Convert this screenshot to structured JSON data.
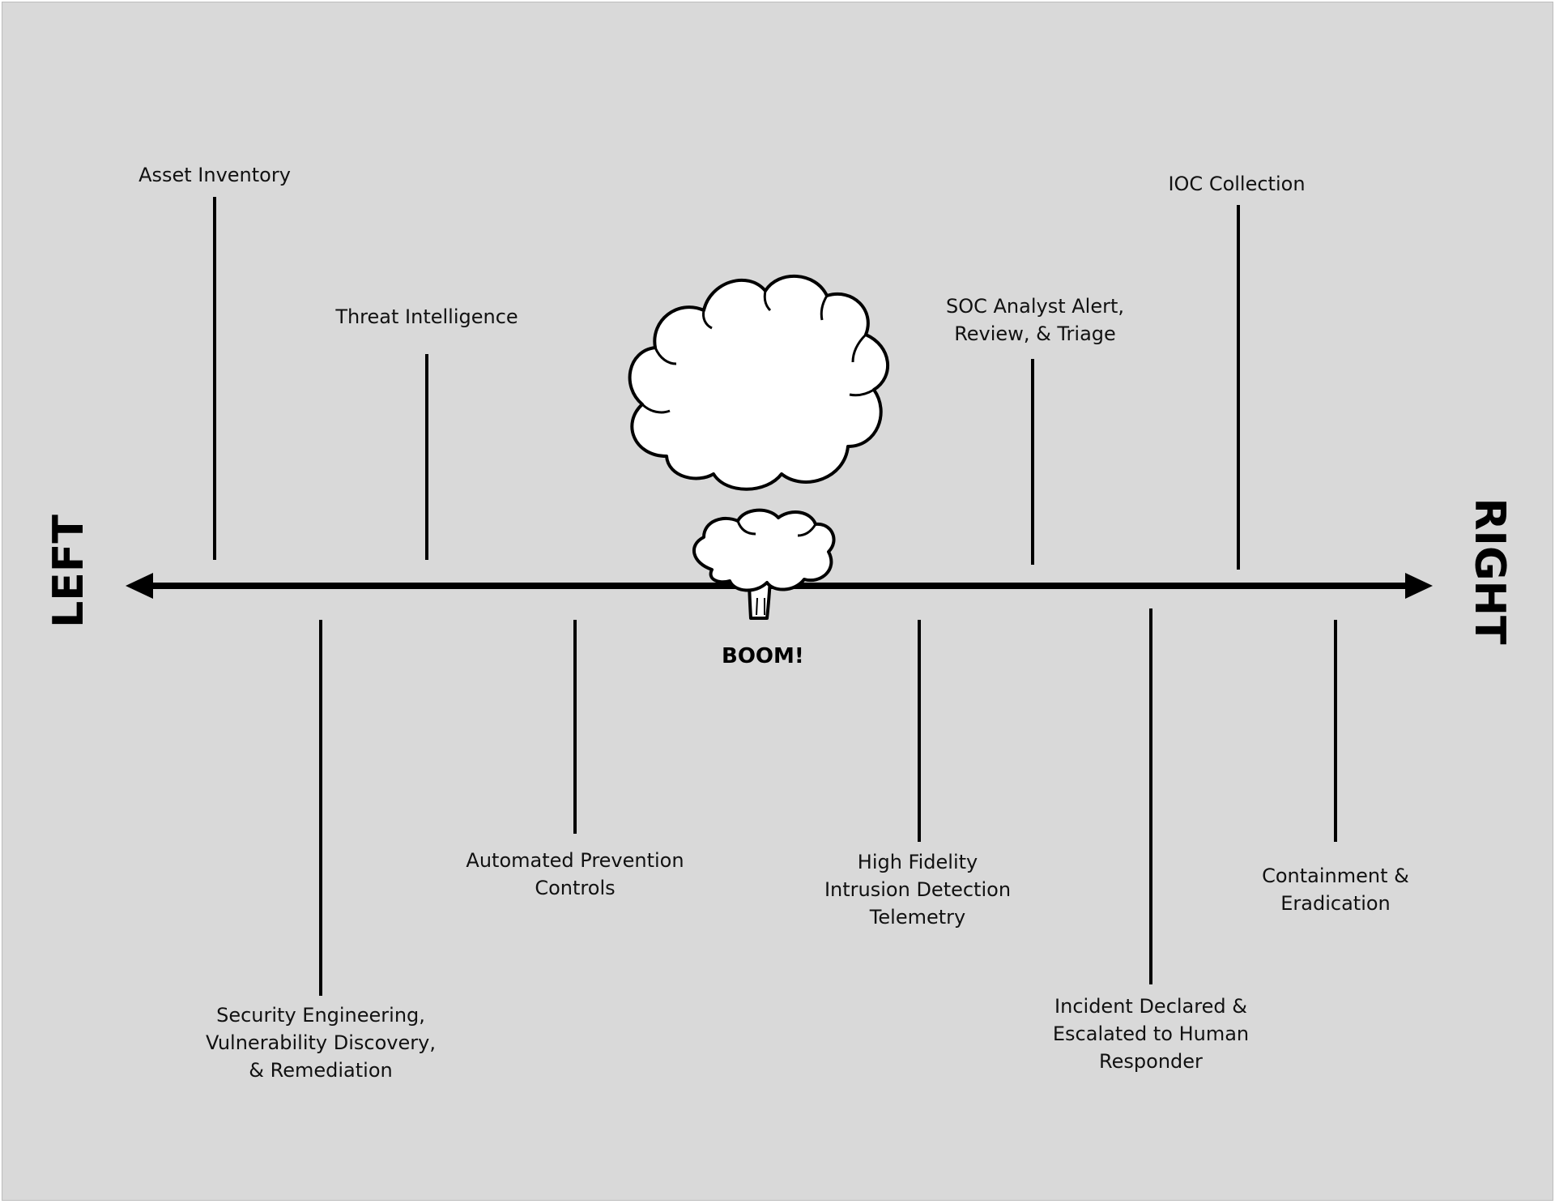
{
  "diagram": {
    "left_label": "LEFT",
    "right_label": "RIGHT",
    "center_label": "BOOM!",
    "center_icon": "explosion-cloud-icon",
    "axis_icon": "double-headed-arrow-icon",
    "colors": {
      "background": "#d9d9d9",
      "lines": "#000000",
      "cloud_fill": "#ffffff"
    },
    "above": [
      {
        "lines": [
          "Asset Inventory"
        ]
      },
      {
        "lines": [
          "Threat Intelligence"
        ]
      },
      {
        "lines": [
          "SOC Analyst Alert,",
          "Review, & Triage"
        ]
      },
      {
        "lines": [
          "IOC Collection"
        ]
      }
    ],
    "below": [
      {
        "lines": [
          "Security Engineering,",
          "Vulnerability Discovery,",
          "& Remediation"
        ]
      },
      {
        "lines": [
          "Automated Prevention",
          "Controls"
        ]
      },
      {
        "lines": [
          "High Fidelity",
          "Intrusion Detection",
          "Telemetry"
        ]
      },
      {
        "lines": [
          "Incident Declared &",
          "Escalated to Human",
          "Responder"
        ]
      },
      {
        "lines": [
          "Containment &",
          "Eradication"
        ]
      }
    ]
  }
}
